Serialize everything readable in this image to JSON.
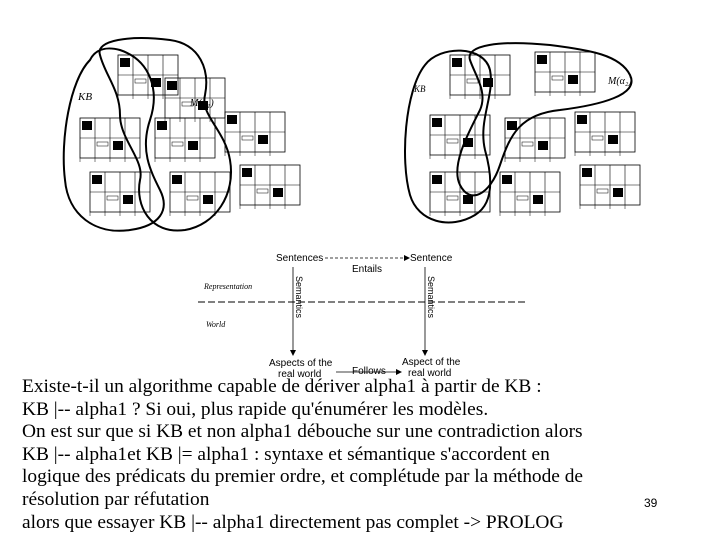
{
  "left_figure": {
    "kb_label": "KB",
    "alpha_label": "M(α₁)"
  },
  "right_figure": {
    "kb_label": "KB",
    "alpha_label": "M(α₂)"
  },
  "diagram": {
    "sentences_left": "Sentences",
    "sentence_right": "Sentence",
    "entails": "Entails",
    "representation": "Representation",
    "world": "World",
    "semantics_left": "Semantics",
    "semantics_right": "Semantics",
    "aspects_left_line1": "Aspects of the",
    "aspects_left_line2": "real world",
    "follows": "Follows",
    "aspect_right_line1": "Aspect of the",
    "aspect_right_line2": "real world"
  },
  "body_lines": [
    "Existe-t-il un algorithme capable de dériver alpha1 à partir de KB :",
    "KB |-- alpha1 ? Si oui, plus rapide qu'énumérer les modèles.",
    "On est sur que si KB et non alpha1 débouche sur une contradiction alors",
    "KB  |-- alpha1et KB |= alpha1 : syntaxe et sémantique s'accordent en",
    "logique des prédicats du premier ordre, et complétude par la méthode de",
    "résolution par réfutation",
    "alors que essayer  KB  |-- alpha1 directement pas complet -> PROLOG"
  ],
  "page_number": "39"
}
